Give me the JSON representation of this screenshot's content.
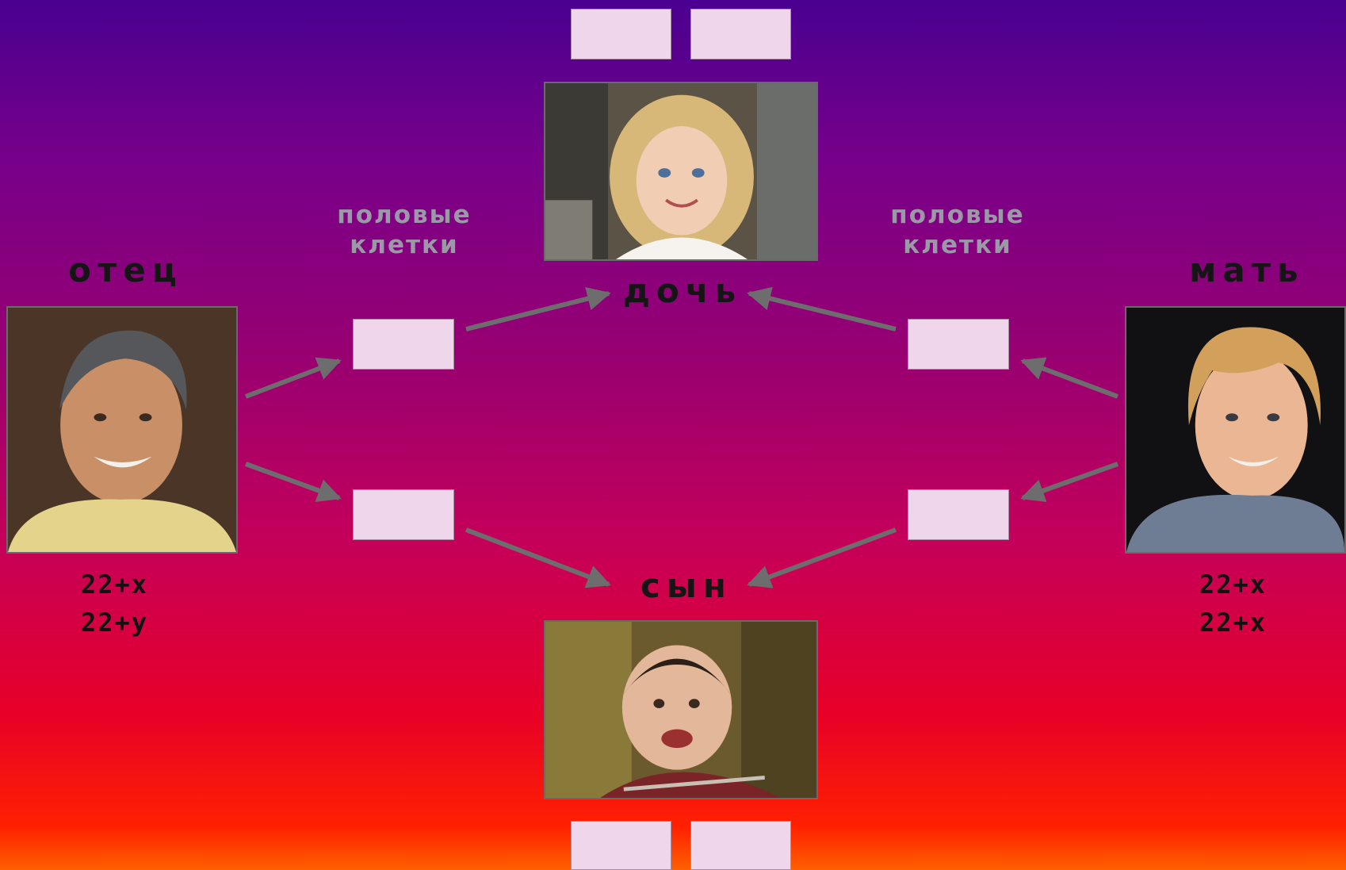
{
  "labels": {
    "father": "отец",
    "mother": "мать",
    "daughter": "дочь",
    "son": "сын",
    "gametes_left": [
      "половые",
      "клетки"
    ],
    "gametes_right": [
      "половые",
      "клетки"
    ]
  },
  "genotypes": {
    "father": [
      "22+x",
      "22+y"
    ],
    "mother": [
      "22+x",
      "22+x"
    ]
  },
  "photos": {
    "father": "father-photo",
    "mother": "mother-photo",
    "daughter": "daughter-photo",
    "son": "son-photo"
  },
  "colors": {
    "box_fill": "#f0d6ea",
    "arrow": "#6d6d6d",
    "text_dark": "#151515",
    "text_muted": "#9a9aa6"
  }
}
